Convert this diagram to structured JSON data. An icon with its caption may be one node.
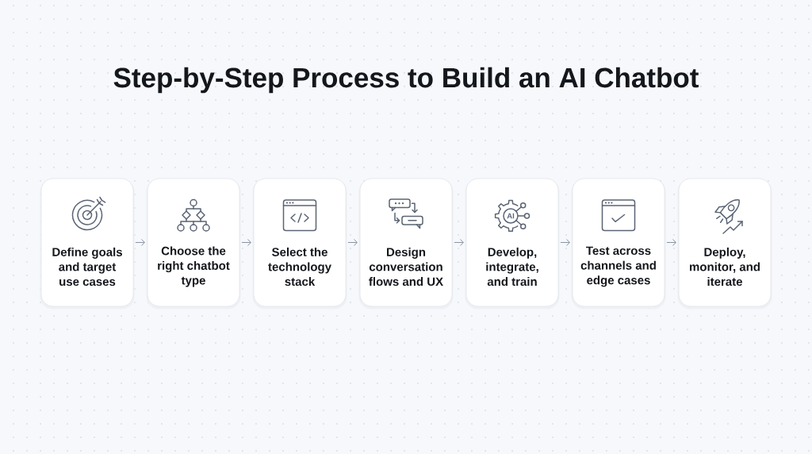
{
  "diagram": {
    "title": "Step-by-Step Process to Build an AI Chatbot",
    "nodes": [
      {
        "text": [
          "Define goals and target use cases"
        ]
      },
      {
        "text": [
          "Choose the right chatbot type"
        ]
      },
      {
        "text": [
          "Select the technology stack"
        ]
      },
      {
        "text": [
          "Design conversation flows and UX"
        ]
      },
      {
        "text": [
          "Develop, integrate, and train"
        ]
      },
      {
        "text": [
          "Test across channels and edge cases"
        ]
      },
      {
        "text": [
          "Deploy, monitor, and iterate"
        ]
      }
    ],
    "edges": [
      {
        "from": 0,
        "to": 1,
        "arrow": "to"
      },
      {
        "from": 1,
        "to": 2,
        "arrow": "to"
      },
      {
        "from": 2,
        "to": 3,
        "arrow": "to"
      },
      {
        "from": 3,
        "to": 4,
        "arrow": "to"
      },
      {
        "from": 4,
        "to": 5,
        "arrow": "to"
      },
      {
        "from": 5,
        "to": 6,
        "arrow": "to"
      }
    ],
    "labels": [
      "AI"
    ]
  }
}
